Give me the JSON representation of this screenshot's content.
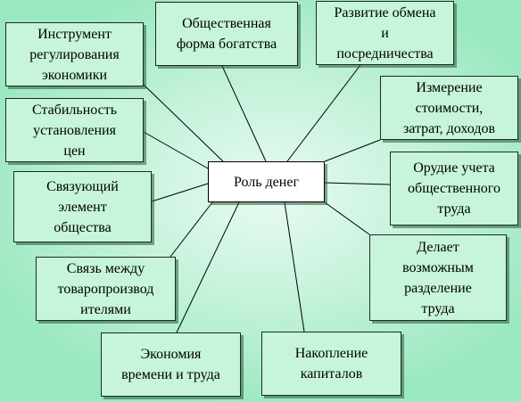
{
  "diagram": {
    "center": {
      "label": "Роль денег"
    },
    "nodes": {
      "form_of_wealth": [
        "Общественная",
        "форма богатства"
      ],
      "exchange": [
        "Развитие обмена",
        "и",
        "посредничества"
      ],
      "instrument": [
        "Инструмент",
        "регулирования",
        "экономики"
      ],
      "measurement": [
        "Измерение",
        "стоимости,",
        "затрат, доходов"
      ],
      "stability": [
        "Стабильность",
        "установления",
        "цен"
      ],
      "accounting_tool": [
        "Орудие учета",
        "общественного",
        "труда"
      ],
      "linking_element": [
        "Связующий",
        "элемент",
        "общества"
      ],
      "division_of_labor": [
        "Делает",
        "возможным",
        "разделение",
        "труда"
      ],
      "producers_link": [
        "Связь между",
        "товаропроизвод",
        "ителями"
      ],
      "economy_of_time": [
        "Экономия",
        "времени и труда"
      ],
      "accumulation": [
        "Накопление",
        "капиталов"
      ]
    }
  }
}
